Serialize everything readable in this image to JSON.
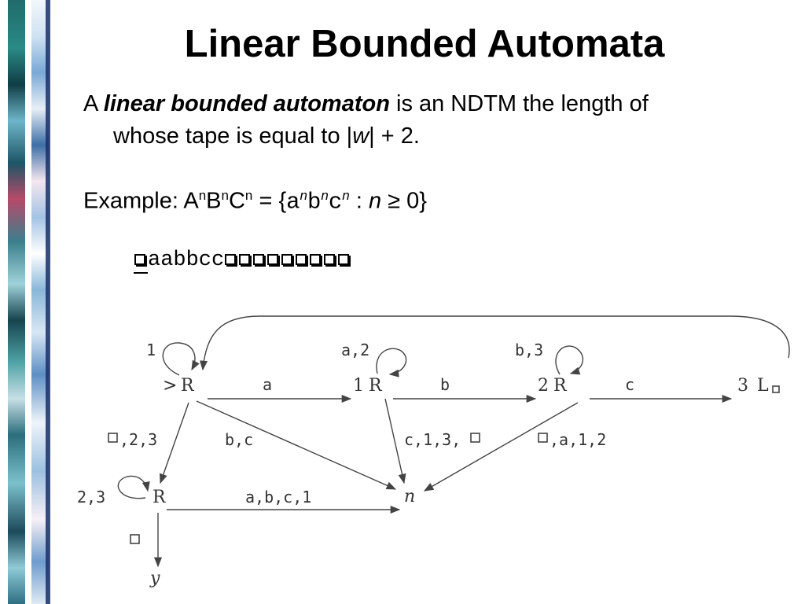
{
  "slide": {
    "title": "Linear Bounded Automata",
    "definition": {
      "prefix": "A ",
      "term": "linear bounded automaton",
      "line1_rest": " is an NDTM the length of",
      "line2_pre": "whose tape is equal to |",
      "line2_var": "w",
      "line2_post": "| + 2."
    },
    "example": {
      "label": "Example: ",
      "lang_A": "A",
      "lang_B": "B",
      "lang_C": "C",
      "sup": "n",
      "eq": " = {",
      "sa": "a",
      "sb": "b",
      "sc": "c",
      "colon": " : ",
      "cond_var": "n",
      "cond": " ≥ 0}"
    },
    "tape": {
      "contents": "aabbcc",
      "leading_blanks": 1,
      "trailing_blanks": 9
    }
  },
  "diagram": {
    "nodes": {
      "start": "R",
      "start_marker": ">",
      "r1_num": "1",
      "r1": "R",
      "r2_num": "2",
      "r2": "R",
      "l3_num": "3",
      "l3": "L",
      "rej_loop": "R",
      "reject": "n",
      "accept": "y"
    },
    "labels": {
      "start_loop": "1",
      "a_edge": "a",
      "r1_loop": "a,2",
      "b_edge": "b",
      "r2_loop": "b,3",
      "c_edge": "c",
      "start_down_suffix": ",2,3",
      "start_to_n": "b,c",
      "r1_to_n_prefix": "c,1,3,",
      "r2_to_n_suffix": ",a,1,2",
      "rloop": "2,3",
      "r_to_n": "a,b,c,1"
    }
  }
}
